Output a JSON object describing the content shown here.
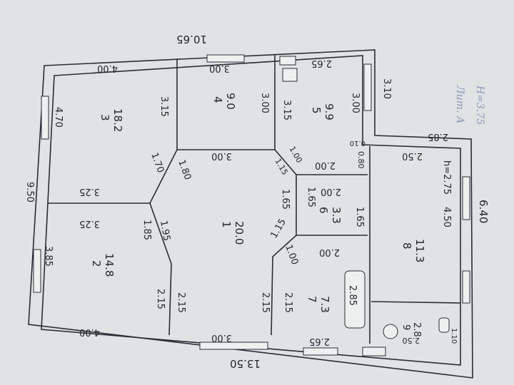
{
  "overall": {
    "top_width": "10.65",
    "bottom_width": "13.50",
    "left_height": "9.50",
    "right_height": "6.40",
    "right_upper": "3.10",
    "annex_top": "2.85"
  },
  "annotation": {
    "letter": "Лит. А",
    "height": "H=3.75"
  },
  "rooms": [
    {
      "number": "1",
      "area": "20.0",
      "dims": [
        "3.00",
        "3.00",
        "2.15",
        "2.15"
      ]
    },
    {
      "number": "2",
      "area": "14.8",
      "dims": [
        "3.25",
        "4.00",
        "3.85",
        "2.15",
        "1.85"
      ]
    },
    {
      "number": "3",
      "area": "18.2",
      "dims": [
        "4.00",
        "4.70",
        "3.15",
        "3.25",
        "1.70"
      ]
    },
    {
      "number": "4",
      "area": "9.0",
      "dims": [
        "3.00",
        "3.00",
        "1.80"
      ]
    },
    {
      "number": "5",
      "area": "9.9",
      "dims": [
        "2.65",
        "3.15",
        "3.00"
      ]
    },
    {
      "number": "6",
      "area": "3.3",
      "dims": [
        "2.00",
        "1.65",
        "1.65"
      ]
    },
    {
      "number": "7",
      "area": "7.3",
      "dims": [
        "2.00",
        "2.65",
        "2.15",
        "2.85",
        "1.00",
        "1.15"
      ]
    },
    {
      "number": "8",
      "area": "11.3",
      "dims": [
        "2.50",
        "4.50",
        "h=2.75"
      ]
    },
    {
      "number": "9",
      "area": "2.8",
      "dims": [
        "2.50",
        "1.10"
      ]
    }
  ],
  "corridor": {
    "d1": "1.15",
    "d2": "1.00",
    "d3": "2.00",
    "d4": "0.80",
    "d5": "0.10",
    "d6": "1.95",
    "d7": "1.65"
  }
}
